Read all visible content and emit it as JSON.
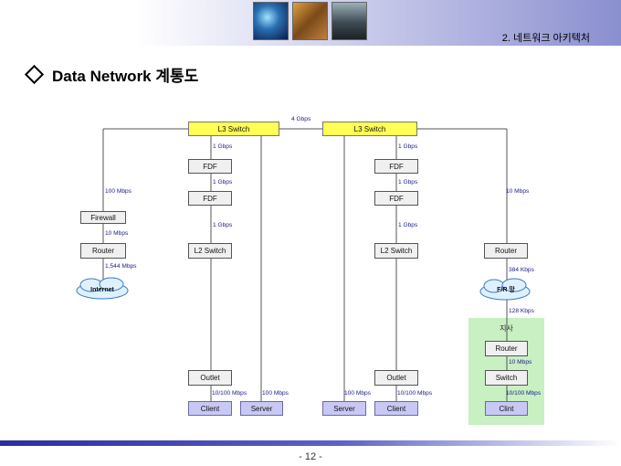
{
  "header": {
    "section_title": "2. 네트워크 아키텍처",
    "thumbnails": [
      "network-photo",
      "numbers-photo",
      "people-photo"
    ]
  },
  "title": "Data Network 계통도",
  "page_number": "- 12 -",
  "diagram": {
    "core": {
      "left": "L3 Switch",
      "right": "L3 Switch",
      "link": "4 Gbps"
    },
    "left_branch": {
      "firewall": "Firewall",
      "router": "Router",
      "internet": "Internet",
      "link_core_firewall": "100 Mbps",
      "link_firewall_router": "10 Mbps",
      "link_router_internet": "1,544 Mbps"
    },
    "left_column": {
      "fdf1": "FDF",
      "fdf2": "FDF",
      "l2": "L2 Switch",
      "outlet": "Outlet",
      "client": "Client",
      "server": "Server",
      "link1": "1 Gbps",
      "link2": "1 Gbps",
      "link3": "1 Gbps",
      "link_outlet_client": "10/100 Mbps",
      "link_server": "100 Mbps"
    },
    "right_column": {
      "fdf1": "FDF",
      "fdf2": "FDF",
      "l2": "L2 Switch",
      "outlet": "Outlet",
      "client": "Client",
      "server": "Server",
      "link1": "1 Gbps",
      "link2": "1 Gbps",
      "link3": "1 Gbps",
      "link_outlet_client": "10/100 Mbps",
      "link_server": "100 Mbps"
    },
    "right_branch": {
      "router": "Router",
      "fr": "F/R 망",
      "link_core_router": "10 Mbps",
      "link_router_fr": "384 Kbps",
      "link_fr_branch": "128 Kbps"
    },
    "branch_office": {
      "label": "지사",
      "router": "Router",
      "switch": "Switch",
      "client": "Clint",
      "link_router_switch": "10 Mbps",
      "link_switch_client": "10/100 Mbps"
    }
  }
}
